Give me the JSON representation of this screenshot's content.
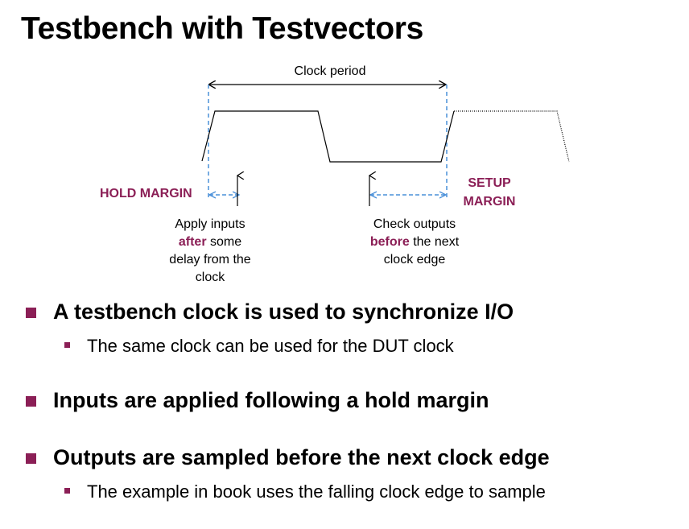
{
  "title": "Testbench with Testvectors",
  "diagram": {
    "clock_period_label": "Clock period",
    "hold_margin_label": "HOLD MARGIN",
    "setup_margin_label_line1": "SETUP",
    "setup_margin_label_line2": "MARGIN",
    "apply_note": {
      "line1": "Apply inputs",
      "line2_emph": "after",
      "line2_rest": " some",
      "line3": "delay from the",
      "line4": "clock"
    },
    "check_note": {
      "line1": "Check outputs",
      "line2_emph": "before",
      "line2_rest": " the next",
      "line3": "clock edge"
    },
    "colors": {
      "accent": "#8b1f56",
      "dashed": "#4a90d9",
      "waveform": "#000000"
    }
  },
  "bullets": [
    {
      "text": "A testbench clock is used to synchronize I/O",
      "subs": [
        "The same clock can be used for the DUT clock"
      ]
    },
    {
      "text": "Inputs are applied following a hold margin",
      "subs": []
    },
    {
      "text": "Outputs are sampled before the next clock edge",
      "subs": [
        "The example in book uses the falling clock edge to sample"
      ]
    }
  ]
}
